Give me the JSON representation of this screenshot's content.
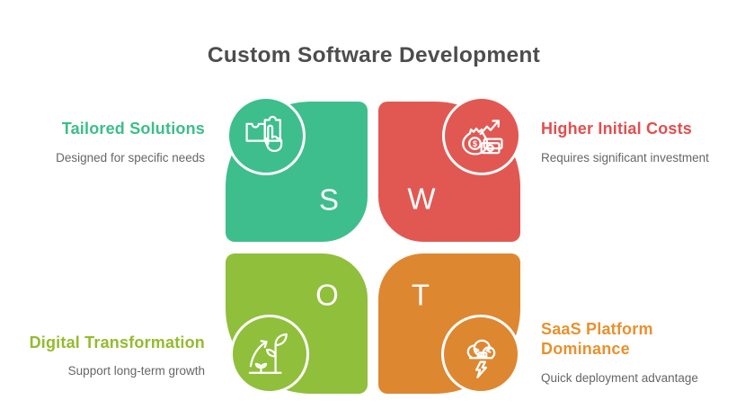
{
  "title": "Custom Software Development",
  "diagram_type": "SWOT analysis",
  "quadrants": {
    "strength": {
      "letter": "S",
      "label": "Tailored Solutions",
      "description": "Designed for specific needs",
      "icon": "puzzle-click-icon",
      "color": "#3EBE8C",
      "label_color": "#3CBE8B"
    },
    "weakness": {
      "letter": "W",
      "label": "Higher Initial Costs",
      "description": "Requires significant investment",
      "icon": "money-bag-growth-icon",
      "color": "#E15853",
      "label_color": "#E24E4E"
    },
    "opportunity": {
      "letter": "O",
      "label": "Digital Transformation",
      "description": "Support long-term growth",
      "icon": "plant-growth-arrow-icon",
      "color": "#90BF3B",
      "label_color": "#94BB2E"
    },
    "threat": {
      "letter": "T",
      "label": "SaaS Platform Dominance",
      "description": "Quick deployment advantage",
      "icon": "angry-storm-cloud-icon",
      "color": "#DE8731",
      "label_color": "#E8912D"
    }
  },
  "text_colors": {
    "title": "#4D4D4D",
    "description": "#666666"
  }
}
